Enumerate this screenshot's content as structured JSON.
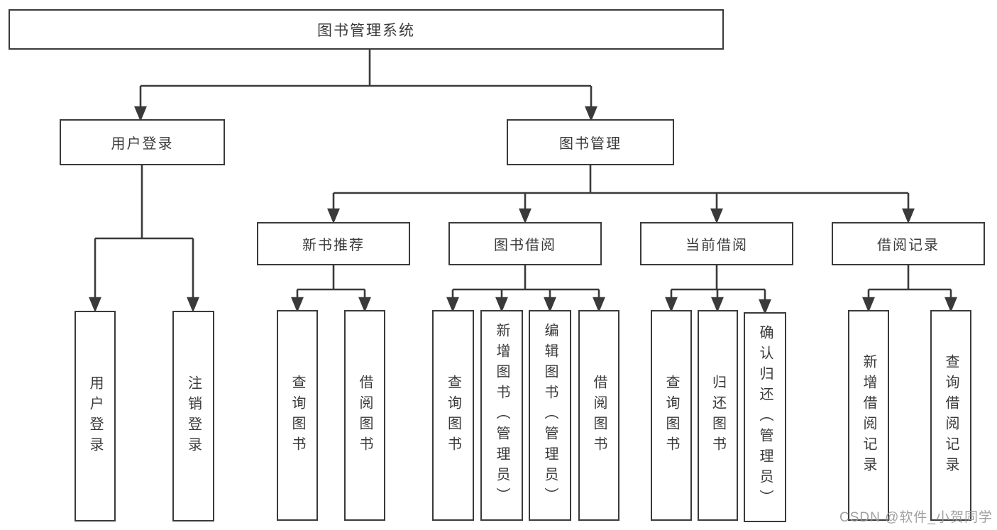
{
  "diagram": {
    "colors": {
      "line": "#3a3a3a",
      "box_border": "#3a3a3a",
      "text": "#3a3a3a",
      "background": "#ffffff",
      "watermark": "#989898"
    },
    "tree": {
      "label": "图书管理系统",
      "children": [
        {
          "label": "用户登录",
          "children": [
            {
              "label": "用户登录"
            },
            {
              "label": "注销登录"
            }
          ]
        },
        {
          "label": "图书管理",
          "children": [
            {
              "label": "新书推荐",
              "children": [
                {
                  "label": "查询图书"
                },
                {
                  "label": "借阅图书"
                }
              ]
            },
            {
              "label": "图书借阅",
              "children": [
                {
                  "label": "查询图书"
                },
                {
                  "label": "新增图书（管理员）"
                },
                {
                  "label": "编辑图书（管理员）"
                },
                {
                  "label": "借阅图书"
                }
              ]
            },
            {
              "label": "当前借阅",
              "children": [
                {
                  "label": "查询图书"
                },
                {
                  "label": "归还图书"
                },
                {
                  "label": "确认归还（管理员）"
                }
              ]
            },
            {
              "label": "借阅记录",
              "children": [
                {
                  "label": "新增借阅记录"
                },
                {
                  "label": "查询借阅记录"
                }
              ]
            }
          ]
        }
      ]
    },
    "watermark": {
      "text": "CSDN @软件_小贺同学"
    }
  }
}
